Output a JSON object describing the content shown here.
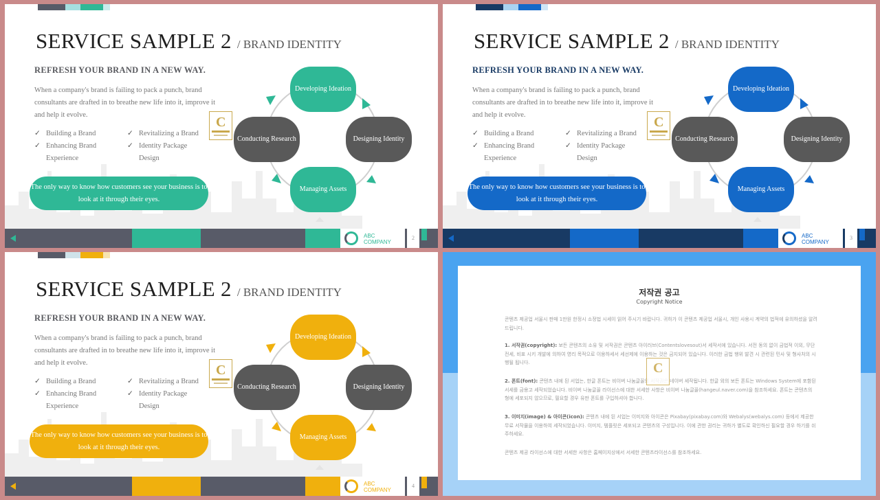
{
  "slides": [
    {
      "title": "SERVICE SAMPLE 2",
      "subtitle": "/ BRAND IDENTITY",
      "heading": "REFRESH YOUR BRAND  IN A NEW WAY.",
      "body": "When a company's brand is failing to pack a punch, brand consultants are drafted in to breathe new life into it, improve it and help it evolve.",
      "checks_left": [
        "Building a Brand",
        "Enhancing Brand Experience"
      ],
      "checks_right": [
        "Revitalizing a Brand",
        "Identity Package Design"
      ],
      "badge_letter": "C",
      "quote": "The only way to know how customers see your business is to look at it through their eyes.",
      "nodes": {
        "top": "Developing Ideation",
        "left": "Conducting Research",
        "right": "Designing Identity",
        "bottom": "Managing Assets"
      },
      "logo_line1": "ABC",
      "logo_line2": "COMPANY",
      "page": "2",
      "colors": {
        "accent": "#2fb896",
        "dark": "#585b68",
        "mid": "#585b68",
        "heading": "#58595e",
        "tab1": "#585b68",
        "tab2": "#a5dfe0",
        "tab3": "#2fb896",
        "tab4": "#c9ecec"
      }
    },
    {
      "title": "SERVICE SAMPLE 2",
      "subtitle": "/ BRAND IDENTITY",
      "heading": "REFRESH YOUR BRAND  IN A NEW WAY.",
      "body": "When a company's brand is failing to pack a punch, brand consultants are drafted in to breathe new life into it, improve it and help it evolve.",
      "checks_left": [
        "Building a Brand",
        "Enhancing Brand Experience"
      ],
      "checks_right": [
        "Revitalizing a Brand",
        "Identity Package Design"
      ],
      "badge_letter": "C",
      "quote": "The only way to know how customers see your business is to look at it through their eyes.",
      "nodes": {
        "top": "Developing Ideation",
        "left": "Conducting Research",
        "right": "Designing Identity",
        "bottom": "Managing Assets"
      },
      "logo_line1": "ABC",
      "logo_line2": "COMPANY",
      "page": "3",
      "colors": {
        "accent": "#1469c8",
        "dark": "#183a64",
        "mid": "#183a64",
        "heading": "#183a64",
        "tab1": "#183a64",
        "tab2": "#a9d3f2",
        "tab3": "#1469c8",
        "tab4": "#cfe6f7"
      }
    },
    {
      "title": "SERVICE SAMPLE 2",
      "subtitle": "/ BRAND IDENTITY",
      "heading": "REFRESH YOUR BRAND  IN A NEW WAY.",
      "body": "When a company's brand is failing to pack a punch, brand consultants are drafted in to breathe new life into it, improve it and help it evolve.",
      "checks_left": [
        "Building a Brand",
        "Enhancing Brand Experience"
      ],
      "checks_right": [
        "Revitalizing a Brand",
        "Identity Package Design"
      ],
      "badge_letter": "C",
      "quote": "The only way to know how customers see your business is to look at it through their eyes.",
      "nodes": {
        "top": "Developing Ideation",
        "left": "Conducting Research",
        "right": "Designing Identity",
        "bottom": "Managing Assets"
      },
      "logo_line1": "ABC",
      "logo_line2": "COMPANY",
      "page": "4",
      "colors": {
        "accent": "#f0b00d",
        "dark": "#585b68",
        "mid": "#585b68",
        "heading": "#58595e",
        "tab1": "#585b68",
        "tab2": "#cfe3ea",
        "tab3": "#f0b00d",
        "tab4": "#f7e4b0"
      }
    }
  ],
  "notice": {
    "title": "저작권 공고",
    "subtitle": "Copyright Notice",
    "intro": "콘텐츠 제공업 서울시 판매 1만원 한정시 소정법 시세이 읽어 주시기 바랍니다. 귀하가 이 콘텐츠 제공업 서울시, 개인 사용시 계약의 법적에 유의하셨을 알려드립니다.",
    "p1_label": "1. 서작권(copyright):",
    "p1": "보든 콘텐츠의 소유 및 서작권은 콘텐츠 아이러브(Contentslovesout)서 세작서에 있습니다. 서전 동의 없이 금법적 이외, 무단전세, 비표 시키 개발에 의하여 영리 목적으로 이용하세서 세선제에 이용하는 것은 금지되어 있습니다. 이러한 금법 행위 발견 시 관련된 민사 및 형사처의 시행될 됩니다.",
    "p2_label": "2. 폰트(font):",
    "p2": "콘텐츠 내에 된 서업는, 한글 폰트는 비이버 나눔글꼴의 서작권은 네이버 세작됩니다. 한글 외의 보든 폰트는 Windows System에 포함된 서세를 금용고 세작되었습니다. 비이버 나눔글꼴 라이선스에 대한 서세한 사항은 비이버 나눔글꼴(hangeul.naver.com)을 참조하세요. 폰트는 콘텐츠의 형에 세포되지 않으므로, 필요할 경우 유판 폰트를 구입하셔야 합니다.",
    "p3_label": "3. 이미지(image) & 아이콘(icon):",
    "p3": "콘텐츠 내에 된 서업는 이미지와 아이콘은 Pixabay(pixabay.com)와 Webalys(webalys.com) 등에서 제공한 무료 서작물을 이용하여 세작되었습니다. 이미지, 템플릿은 세포되고 콘텐츠의 구성입니다. 이에 관한 권리는 귀하가 별도로 확인하신 필요할 경우 하기를 쉬주하세요.",
    "footer": "콘텐츠 제공 라이선스에 대한 서세한 사항은 홈페이지상에서 서세한 콘텐츠라이선스를 참조하세요.",
    "badge_letter": "C"
  }
}
